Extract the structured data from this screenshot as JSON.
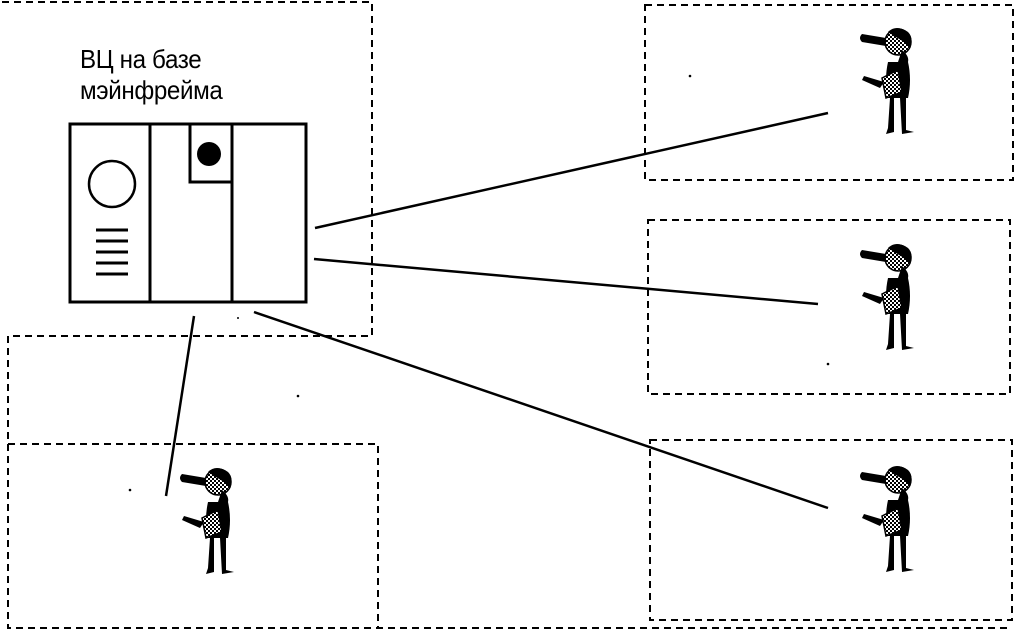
{
  "diagram": {
    "caption_line1": "ВЦ на базе",
    "caption_line2": "мэйнфрейма",
    "nodes": [
      {
        "id": "mainframe",
        "icon": "mainframe-icon"
      },
      {
        "id": "user-top-right",
        "icon": "user-icon"
      },
      {
        "id": "user-mid-right",
        "icon": "user-icon"
      },
      {
        "id": "user-bottom-right",
        "icon": "user-icon"
      },
      {
        "id": "user-bottom-left",
        "icon": "user-icon"
      }
    ],
    "edges": [
      {
        "from": "mainframe",
        "to": "user-top-right"
      },
      {
        "from": "mainframe",
        "to": "user-mid-right"
      },
      {
        "from": "mainframe",
        "to": "user-bottom-right"
      },
      {
        "from": "mainframe",
        "to": "user-bottom-left"
      }
    ]
  }
}
